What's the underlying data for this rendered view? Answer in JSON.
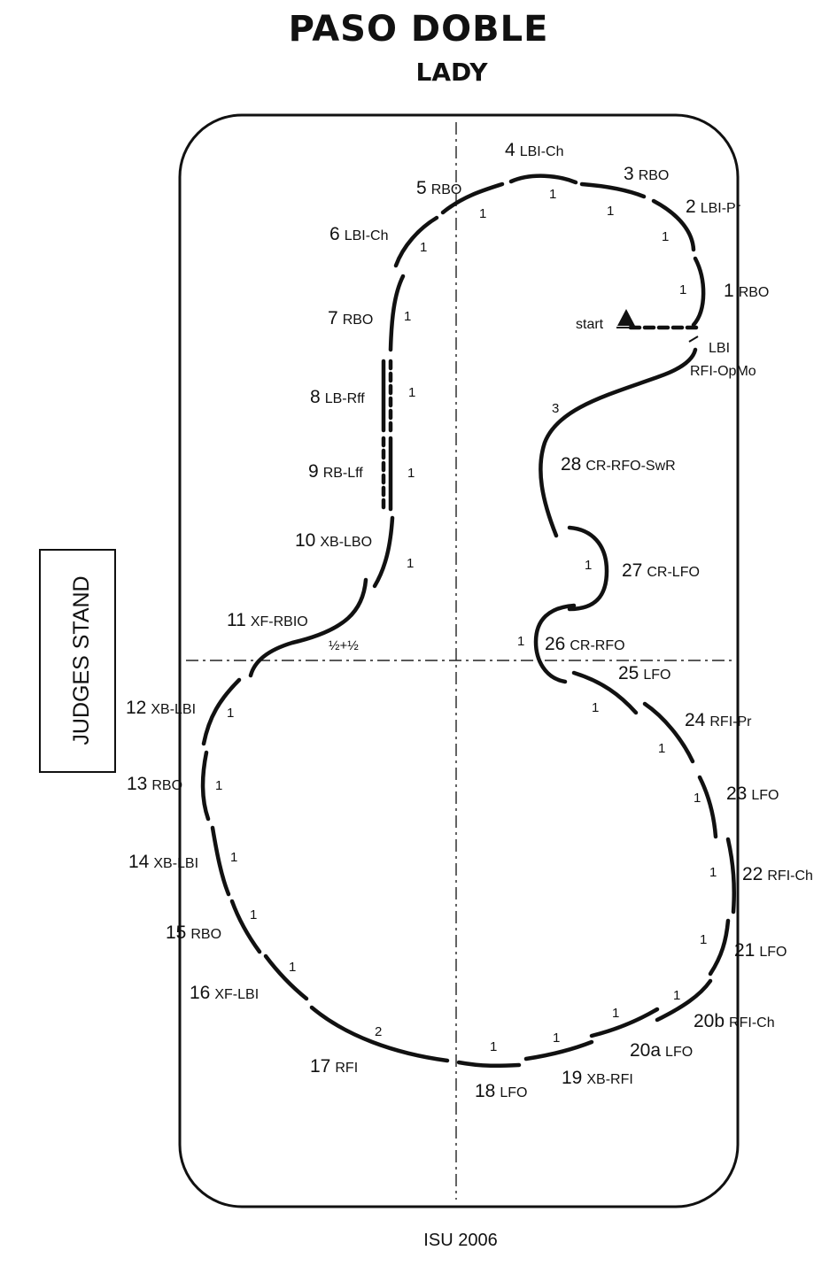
{
  "title": "PASO DOBLE",
  "subtitle": "LADY",
  "footer": "ISU 2006",
  "judges_stand": "JUDGES STAND",
  "start_label": "start",
  "start_edge": [
    "LBI",
    "RFI-OpMo"
  ],
  "half_beats": "½+½",
  "steps": [
    {
      "num": "1",
      "code": "RBO",
      "beats": "1"
    },
    {
      "num": "2",
      "code": "LBI-Pr",
      "beats": "1"
    },
    {
      "num": "3",
      "code": "RBO",
      "beats": "1"
    },
    {
      "num": "4",
      "code": "LBI-Ch",
      "beats": "1"
    },
    {
      "num": "5",
      "code": "RBO",
      "beats": "1"
    },
    {
      "num": "6",
      "code": "LBI-Ch",
      "beats": "1"
    },
    {
      "num": "7",
      "code": "RBO",
      "beats": "1"
    },
    {
      "num": "8",
      "code": "LB-Rff",
      "beats": "1"
    },
    {
      "num": "9",
      "code": "RB-Lff",
      "beats": "1"
    },
    {
      "num": "10",
      "code": "XB-LBO",
      "beats": "1"
    },
    {
      "num": "11",
      "code": "XF-RBIO",
      "beats": ""
    },
    {
      "num": "12",
      "code": "XB-LBI",
      "beats": "1"
    },
    {
      "num": "13",
      "code": "RBO",
      "beats": "1"
    },
    {
      "num": "14",
      "code": "XB-LBI",
      "beats": "1"
    },
    {
      "num": "15",
      "code": "RBO",
      "beats": "1"
    },
    {
      "num": "16",
      "code": "XF-LBI",
      "beats": "1"
    },
    {
      "num": "17",
      "code": "RFI",
      "beats": "2"
    },
    {
      "num": "18",
      "code": "LFO",
      "beats": "1"
    },
    {
      "num": "19",
      "code": "XB-RFI",
      "beats": "1"
    },
    {
      "num": "20a",
      "code": "LFO",
      "beats": "1"
    },
    {
      "num": "20b",
      "code": "RFI-Ch",
      "beats": "1"
    },
    {
      "num": "21",
      "code": "LFO",
      "beats": "1"
    },
    {
      "num": "22",
      "code": "RFI-Ch",
      "beats": "1"
    },
    {
      "num": "23",
      "code": "LFO",
      "beats": "1"
    },
    {
      "num": "24",
      "code": "RFI-Pr",
      "beats": "1"
    },
    {
      "num": "25",
      "code": "LFO",
      "beats": "1"
    },
    {
      "num": "26",
      "code": "CR-RFO",
      "beats": "1"
    },
    {
      "num": "27",
      "code": "CR-LFO",
      "beats": "1"
    },
    {
      "num": "28",
      "code": "CR-RFO-SwR",
      "beats": "3"
    }
  ]
}
